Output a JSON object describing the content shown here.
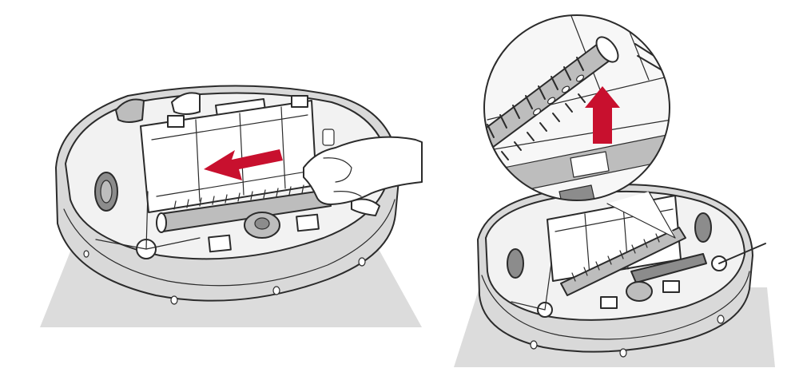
{
  "figure": {
    "left_panel": {
      "step": "slide-brush-housing-left",
      "arrow_direction": "left"
    },
    "right_panel": {
      "step": "lift-brush-roll-out",
      "arrow_direction": "up",
      "has_magnified_inset": true
    }
  },
  "colors": {
    "floor_shadow": "#dcdcdc",
    "robot_body": "#d9d9d9",
    "robot_top": "#f2f2f2",
    "outline": "#2b2b2b",
    "arrow": "#c8102e"
  },
  "icons": {
    "left_arrow": "arrow-left-icon",
    "up_arrow": "arrow-up-icon",
    "hand": "hand-icon",
    "brush": "brush-roll-icon"
  }
}
